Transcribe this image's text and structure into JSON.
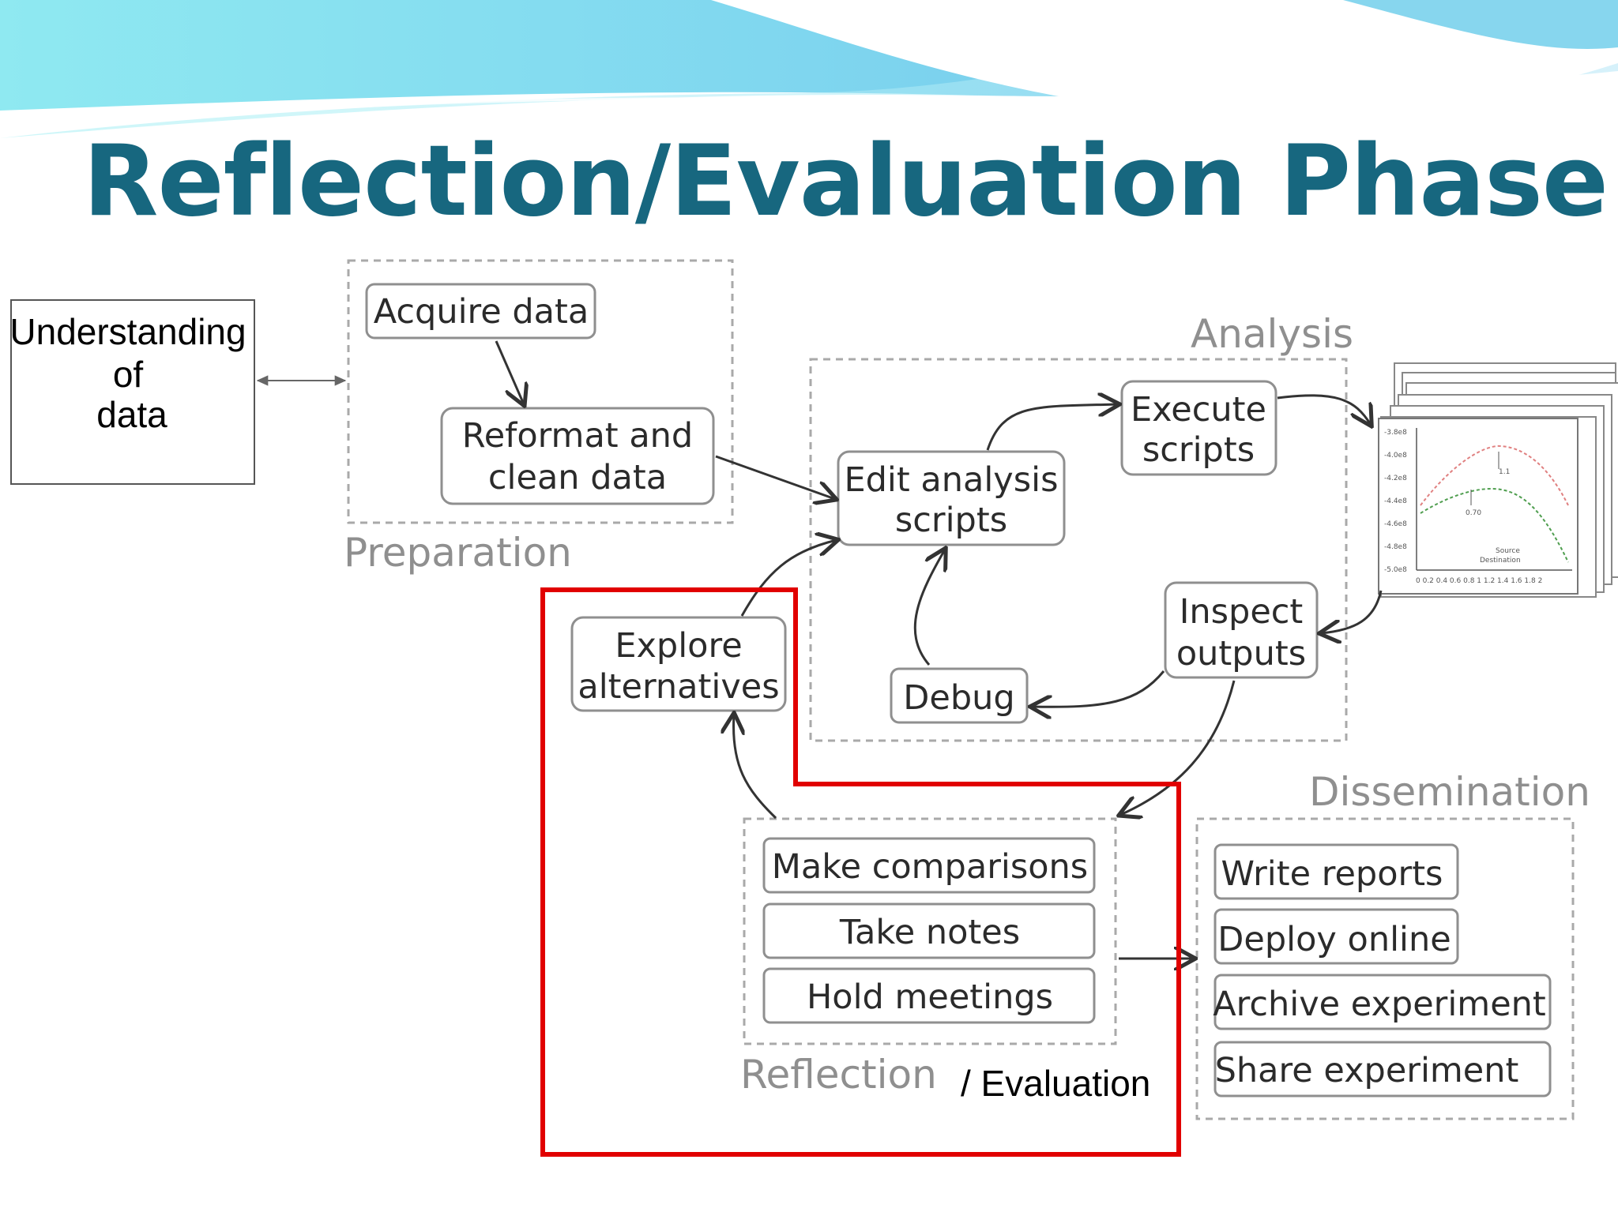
{
  "slide": {
    "title": "Reflection/Evaluation Phase",
    "title_color": "#17677f",
    "highlight_color": "#e10000"
  },
  "understanding": {
    "line1": "Understanding",
    "line2": "of",
    "line3": "data"
  },
  "preparation": {
    "label": "Preparation",
    "acquire": "Acquire data",
    "reformat_line1": "Reformat and",
    "reformat_line2": "clean data"
  },
  "analysis": {
    "label": "Analysis",
    "edit_line1": "Edit analysis",
    "edit_line2": "scripts",
    "execute_line1": "Execute",
    "execute_line2": "scripts",
    "inspect_line1": "Inspect",
    "inspect_line2": "outputs",
    "debug": "Debug"
  },
  "explore": {
    "line1": "Explore",
    "line2": "alternatives"
  },
  "reflection": {
    "label": "Reflection",
    "suffix": "/ Evaluation",
    "items": [
      "Make comparisons",
      "Take notes",
      "Hold meetings"
    ]
  },
  "dissemination": {
    "label": "Dissemination",
    "items": [
      "Write reports",
      "Deploy online",
      "Archive experiment",
      "Share experiment"
    ]
  },
  "plot_thumbnail": {
    "y_ticks": [
      "-3.8e8",
      "-4.0e8",
      "-4.2e8",
      "-4.4e8",
      "-4.6e8",
      "-4.8e8",
      "-5.0e8"
    ],
    "x_ticks": "0 0.2 0.4 0.6 0.8 1 1.2 1.4 1.6 1.8 2",
    "annotation_top": "1.1",
    "annotation_mid": "0.70",
    "legend": [
      "Source",
      "Destination"
    ]
  }
}
